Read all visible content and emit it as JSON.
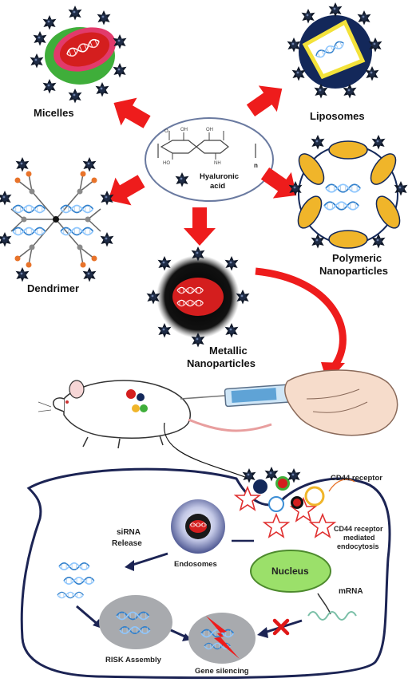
{
  "center": {
    "name_line1": "Hyaluronic",
    "name_line2": "acid",
    "subscript": "n"
  },
  "carriers": {
    "micelles": "Micelles",
    "liposomes": "Liposomes",
    "dendrimer": "Dendrimer",
    "polymeric_line1": "Polymeric",
    "polymeric_line2": "Nanoparticles",
    "metallic_line1": "Metallic",
    "metallic_line2": "Nanoparticles"
  },
  "cell": {
    "cd44_receptor": "CD44 receptor",
    "endocytosis_line1": "CD44 receptor",
    "endocytosis_line2": "mediated",
    "endocytosis_line3": "endocytosis",
    "sirna_line1": "siRNA",
    "sirna_line2": "Release",
    "endosomes": "Endosomes",
    "nucleus": "Nucleus",
    "mrna": "mRNA",
    "risk": "RISK Assembly",
    "gene_silencing": "Gene silencing"
  },
  "colors": {
    "arrow_red": "#ee1c1c",
    "dna_blue": "#3d8fd6",
    "ha_dark": "#1a2233",
    "micelle_green": "#3fae3a",
    "micelle_pink": "#e23a6b",
    "liposome_yellow": "#f3e23a",
    "liposome_navy": "#13285a",
    "polymer_gold": "#f0b52a",
    "nucleus_green": "#9be06a",
    "cell_outline": "#1c2454"
  }
}
